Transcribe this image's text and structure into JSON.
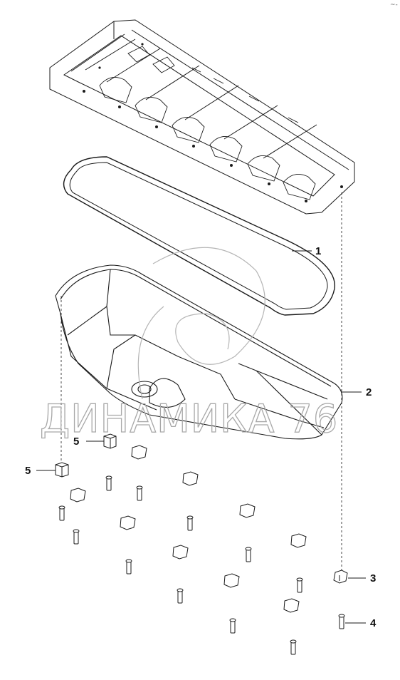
{
  "watermark_text": "ДИНАМИКА 76",
  "corner_mark": "~-",
  "callouts": [
    {
      "number": "1",
      "part": "oil-pan-gasket"
    },
    {
      "number": "2",
      "part": "oil-pan"
    },
    {
      "number": "3",
      "part": "clip"
    },
    {
      "number": "4",
      "part": "bolt"
    },
    {
      "number": "5",
      "part": "spacer-nut"
    },
    {
      "number": "5",
      "part": "spacer-nut"
    }
  ],
  "colors": {
    "line": "#1a1a1a",
    "watermark": "#a8a8a8",
    "background": "#ffffff"
  }
}
